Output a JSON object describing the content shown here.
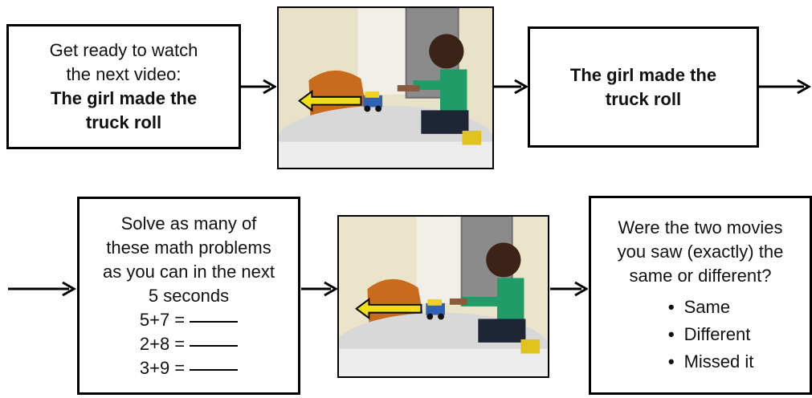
{
  "top_row": {
    "box1": {
      "line1": "Get ready to watch",
      "line2": "the next video:",
      "bold_line1": "The girl made the",
      "bold_line2": "truck roll"
    },
    "box2": {
      "bold_line1": "The girl made the",
      "bold_line2": "truck roll"
    }
  },
  "bottom_row": {
    "box3": {
      "line1": "Solve as many of",
      "line2": "these math problems",
      "line3": "as you can in the next",
      "line4": "5 seconds",
      "problems": [
        "5+7 =",
        "2+8 =",
        "3+9 ="
      ]
    },
    "box4": {
      "line1": "Were the two movies",
      "line2": "you saw (exactly) the",
      "line3": "same or different?",
      "options": [
        "Same",
        "Different",
        "Missed it"
      ],
      "bullet_glyph": "•"
    }
  }
}
